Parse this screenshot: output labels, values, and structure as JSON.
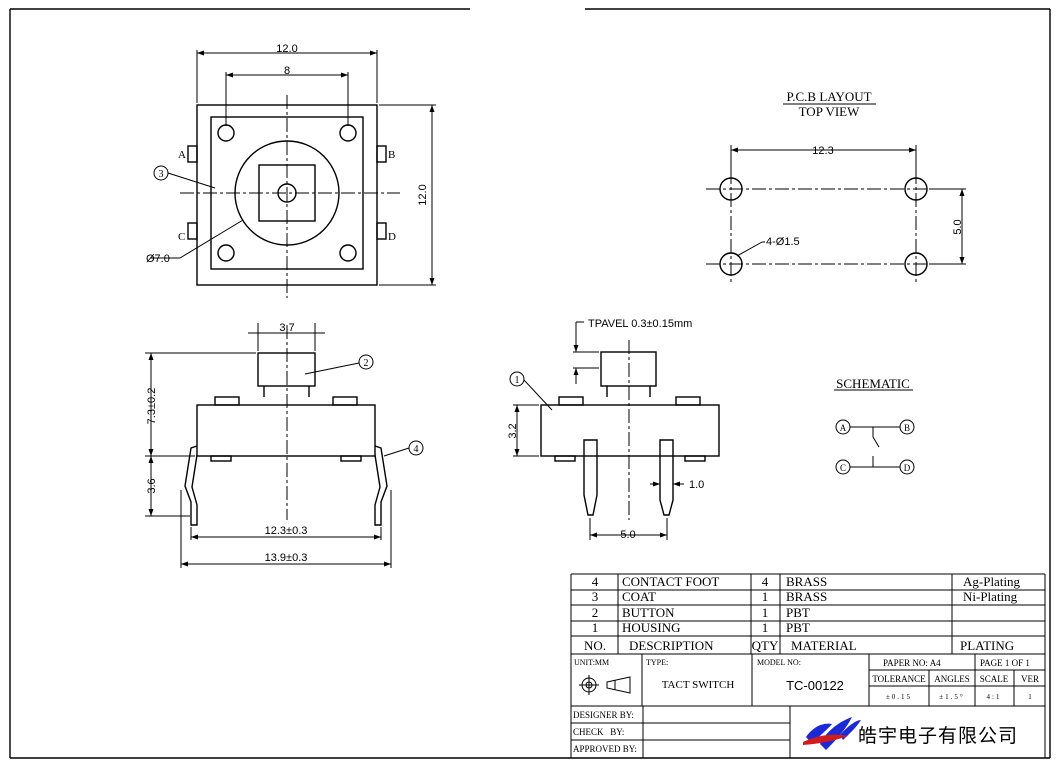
{
  "top_view": {
    "dim_width_outer": "12.0",
    "dim_pin_pitch": "8",
    "dim_height": "12.0",
    "dim_dia": "Ø7.0",
    "pin_a": "A",
    "pin_b": "B",
    "pin_c": "C",
    "pin_d": "D",
    "callout_3": "3"
  },
  "pcb_layout": {
    "title": "P.C.B LAYOUT",
    "subtitle": "TOP VIEW",
    "dim_width": "12.3",
    "dim_height": "5.0",
    "hole_label": "4-Ø1.5"
  },
  "side_view": {
    "dim_button": "3.7",
    "dim_total_height": "7.3±0.2",
    "dim_leg": "3.6",
    "dim_inner": "12.3±0.3",
    "dim_outer": "13.9±0.3",
    "callout_2": "2",
    "callout_4": "4"
  },
  "front_view": {
    "travel": "TPAVEL 0.3±0.15mm",
    "dim_body": "3.2",
    "dim_pin": "1.0",
    "dim_pitch": "5.0",
    "callout_1": "1"
  },
  "schematic": {
    "title": "SCHEMATIC",
    "a": "A",
    "b": "B",
    "c": "C",
    "d": "D"
  },
  "bom": {
    "rows": [
      {
        "no": "4",
        "desc": "CONTACT FOOT",
        "qty": "4",
        "material": "BRASS",
        "plating": "Ag-Plating"
      },
      {
        "no": "3",
        "desc": "COAT",
        "qty": "1",
        "material": "BRASS",
        "plating": "Ni-Plating"
      },
      {
        "no": "2",
        "desc": "BUTTON",
        "qty": "1",
        "material": "PBT",
        "plating": ""
      },
      {
        "no": "1",
        "desc": "HOUSING",
        "qty": "1",
        "material": "PBT",
        "plating": ""
      }
    ],
    "header": {
      "no": "NO.",
      "desc": "DESCRIPTION",
      "qty": "QTY",
      "material": "MATERIAL",
      "plating": "PLATING"
    }
  },
  "title_block": {
    "unit": "UNIT:MM",
    "type_label": "TYPE:",
    "type_value": "TACT SWITCH",
    "model_label": "MODEL NO:",
    "model_value": "TC-00122",
    "paper": "PAPER NO: A4",
    "page": "PAGE 1 OF 1",
    "tolerance_label": "TOLERANCE",
    "angles_label": "ANGLES",
    "scale_label": "SCALE",
    "ver_label": "VER",
    "tolerance_value": "±0.15",
    "angles_value": "±1.5°",
    "scale_value": "4:1",
    "ver_value": "1",
    "designer": "DESIGNER BY:",
    "check": "CHECK   BY:",
    "approved": "APPROVED BY:",
    "company": "皓宇电子有限公司"
  },
  "colors": {
    "logo_blue": "#1c2ad6",
    "logo_red": "#d21b1b"
  }
}
